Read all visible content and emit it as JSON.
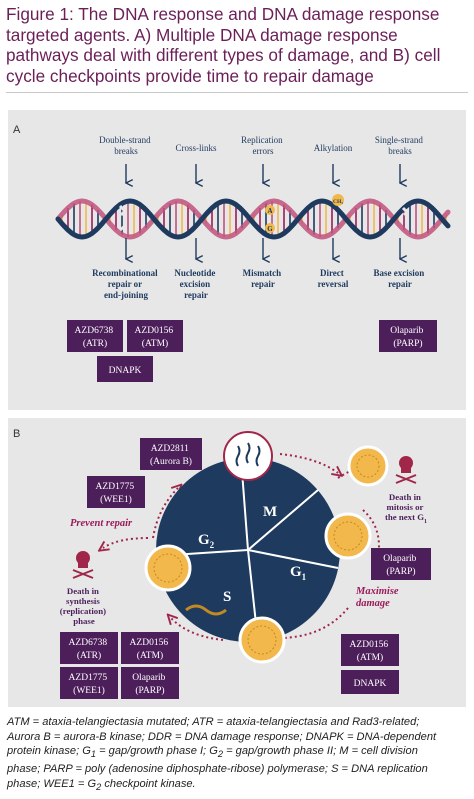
{
  "figure": {
    "title_lines": [
      "Figure 1: The DNA response and DNA damage response",
      "targeted agents. A) Multiple DNA damage response",
      "pathways deal with different types of damage, and B) cell",
      "cycle checkpoints provide time to repair damage"
    ]
  },
  "panel_a": {
    "label": "A",
    "damage_types": [
      {
        "lines": [
          "Double-strand",
          "breaks"
        ]
      },
      {
        "lines": [
          "Cross-links"
        ]
      },
      {
        "lines": [
          "Replication",
          "errors"
        ]
      },
      {
        "lines": [
          "Alkylation"
        ]
      },
      {
        "lines": [
          "Single-strand",
          "breaks"
        ]
      }
    ],
    "helix_labels": {
      "a": "A",
      "g": "G",
      "ch3": "CH₃"
    },
    "repair_pathways": [
      {
        "lines": [
          "Recombinational",
          "repair or",
          "end-joining"
        ]
      },
      {
        "lines": [
          "Nucleotide",
          "excision",
          "repair"
        ]
      },
      {
        "lines": [
          "Mismatch",
          "repair"
        ]
      },
      {
        "lines": [
          "Direct",
          "reversal"
        ]
      },
      {
        "lines": [
          "Base excision",
          "repair"
        ]
      }
    ],
    "drug_boxes": [
      {
        "lines": [
          "AZD6738",
          "(ATR)"
        ]
      },
      {
        "lines": [
          "AZD0156",
          "(ATM)"
        ]
      },
      {
        "lines": [
          "DNAPK"
        ]
      },
      {
        "lines": [
          "Olaparib",
          "(PARP)"
        ]
      }
    ]
  },
  "panel_b": {
    "label": "B",
    "phases": {
      "m": "M",
      "g1_main": "G",
      "g1_sub": "1",
      "g2_main": "G",
      "g2_sub": "2",
      "s": "S"
    },
    "drug_boxes": [
      {
        "lines": [
          "AZD2811",
          "(Aurora B)"
        ]
      },
      {
        "lines": [
          "AZD1775",
          "(WEE1)"
        ]
      },
      {
        "lines": [
          "Olaparib",
          "(PARP)"
        ]
      },
      {
        "lines": [
          "AZD0156",
          "(ATM)"
        ]
      },
      {
        "lines": [
          "DNAPK"
        ]
      }
    ],
    "bottom_grid": [
      {
        "lines": [
          "AZD6738",
          "(ATR)"
        ]
      },
      {
        "lines": [
          "AZD0156",
          "(ATM)"
        ]
      },
      {
        "lines": [
          "AZD1775",
          "(WEE1)"
        ]
      },
      {
        "lines": [
          "Olaparib",
          "(PARP)"
        ]
      }
    ],
    "annotations": {
      "prevent_repair": "Prevent repair",
      "maximise_damage": [
        "Maximise",
        "damage"
      ],
      "death_mitosis": {
        "lines": [
          "Death in",
          "mitosis or",
          "the next G"
        ],
        "sub": "1"
      },
      "death_synthesis": [
        "Death in",
        "synthesis",
        "(replication)",
        "phase"
      ]
    }
  },
  "footnote_lines": [
    [
      "ATM = ataxia-telangiectasia mutated; ATR = ataxia-telangiectasia and Rad3-related;"
    ],
    [
      "Aurora B = aurora-B kinase; DDR = DNA damage response; DNAPK = DNA-dependent"
    ],
    [
      "protein kinase; G",
      "1",
      " = gap/growth phase I; G",
      "2",
      " = gap/growth phase II; M = cell division"
    ],
    [
      "phase; PARP = poly (adenosine diphosphate-ribose) polymerase; S = DNA replication"
    ],
    [
      "phase; WEE1 = G",
      "2",
      " checkpoint kinase."
    ]
  ],
  "colors": {
    "title": "#6b1f57",
    "navy": "#1e3a5f",
    "purple_box": "#4c1f5b",
    "magenta_strand": "#9b1b5a",
    "cell_yellow": "#f2b84b",
    "panel_grey": "#e7e7e7",
    "arrow_red": "#a0274a"
  }
}
